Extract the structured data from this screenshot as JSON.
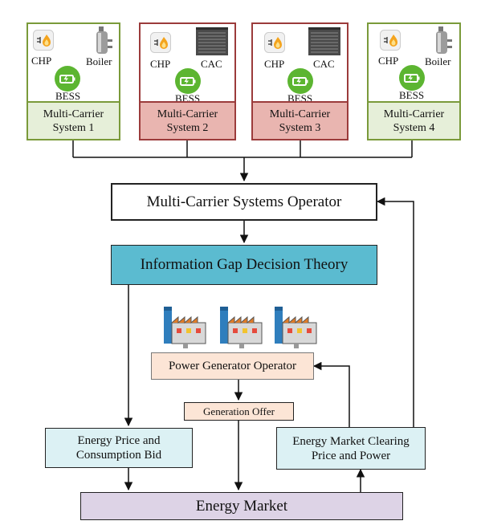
{
  "colors": {
    "green_border": "#7a9a3a",
    "green_fill": "#e6efd9",
    "red_border": "#9b3b3b",
    "red_fill": "#e9b5b0",
    "bess_green": "#5cb531",
    "teal_fill": "#5bbbd0",
    "light_teal_fill": "#dcf1f4",
    "peach_fill": "#fce5d6",
    "lavender_fill": "#ddd3e6"
  },
  "systems": [
    {
      "device1": "CHP",
      "device2": "Boiler",
      "storage": "BESS",
      "title_line1": "Multi-Carrier",
      "title_line2": "System 1",
      "theme": "green"
    },
    {
      "device1": "CHP",
      "device2": "CAC",
      "storage": "BESS",
      "title_line1": "Multi-Carrier",
      "title_line2": "System 2",
      "theme": "red"
    },
    {
      "device1": "CHP",
      "device2": "CAC",
      "storage": "BESS",
      "title_line1": "Multi-Carrier",
      "title_line2": "System 3",
      "theme": "red"
    },
    {
      "device1": "CHP",
      "device2": "Boiler",
      "storage": "BESS",
      "title_line1": "Multi-Carrier",
      "title_line2": "System 4",
      "theme": "green"
    }
  ],
  "operator": {
    "label": "Multi-Carrier Systems Operator"
  },
  "igdt": {
    "label": "Information Gap Decision Theory"
  },
  "power_generator": {
    "label": "Power Generator Operator"
  },
  "generation_offer": {
    "label": "Generation Offer"
  },
  "price_bid": {
    "line1": "Energy Price and",
    "line2": "Consumption Bid"
  },
  "clearing": {
    "line1": "Energy Market Clearing",
    "line2": "Price and Power"
  },
  "market": {
    "label": "Energy Market"
  },
  "icons": {
    "chp": "chp-icon",
    "boiler": "boiler-icon",
    "cac": "air-conditioner-icon",
    "bess": "battery-icon",
    "factory": "factory-icon"
  }
}
